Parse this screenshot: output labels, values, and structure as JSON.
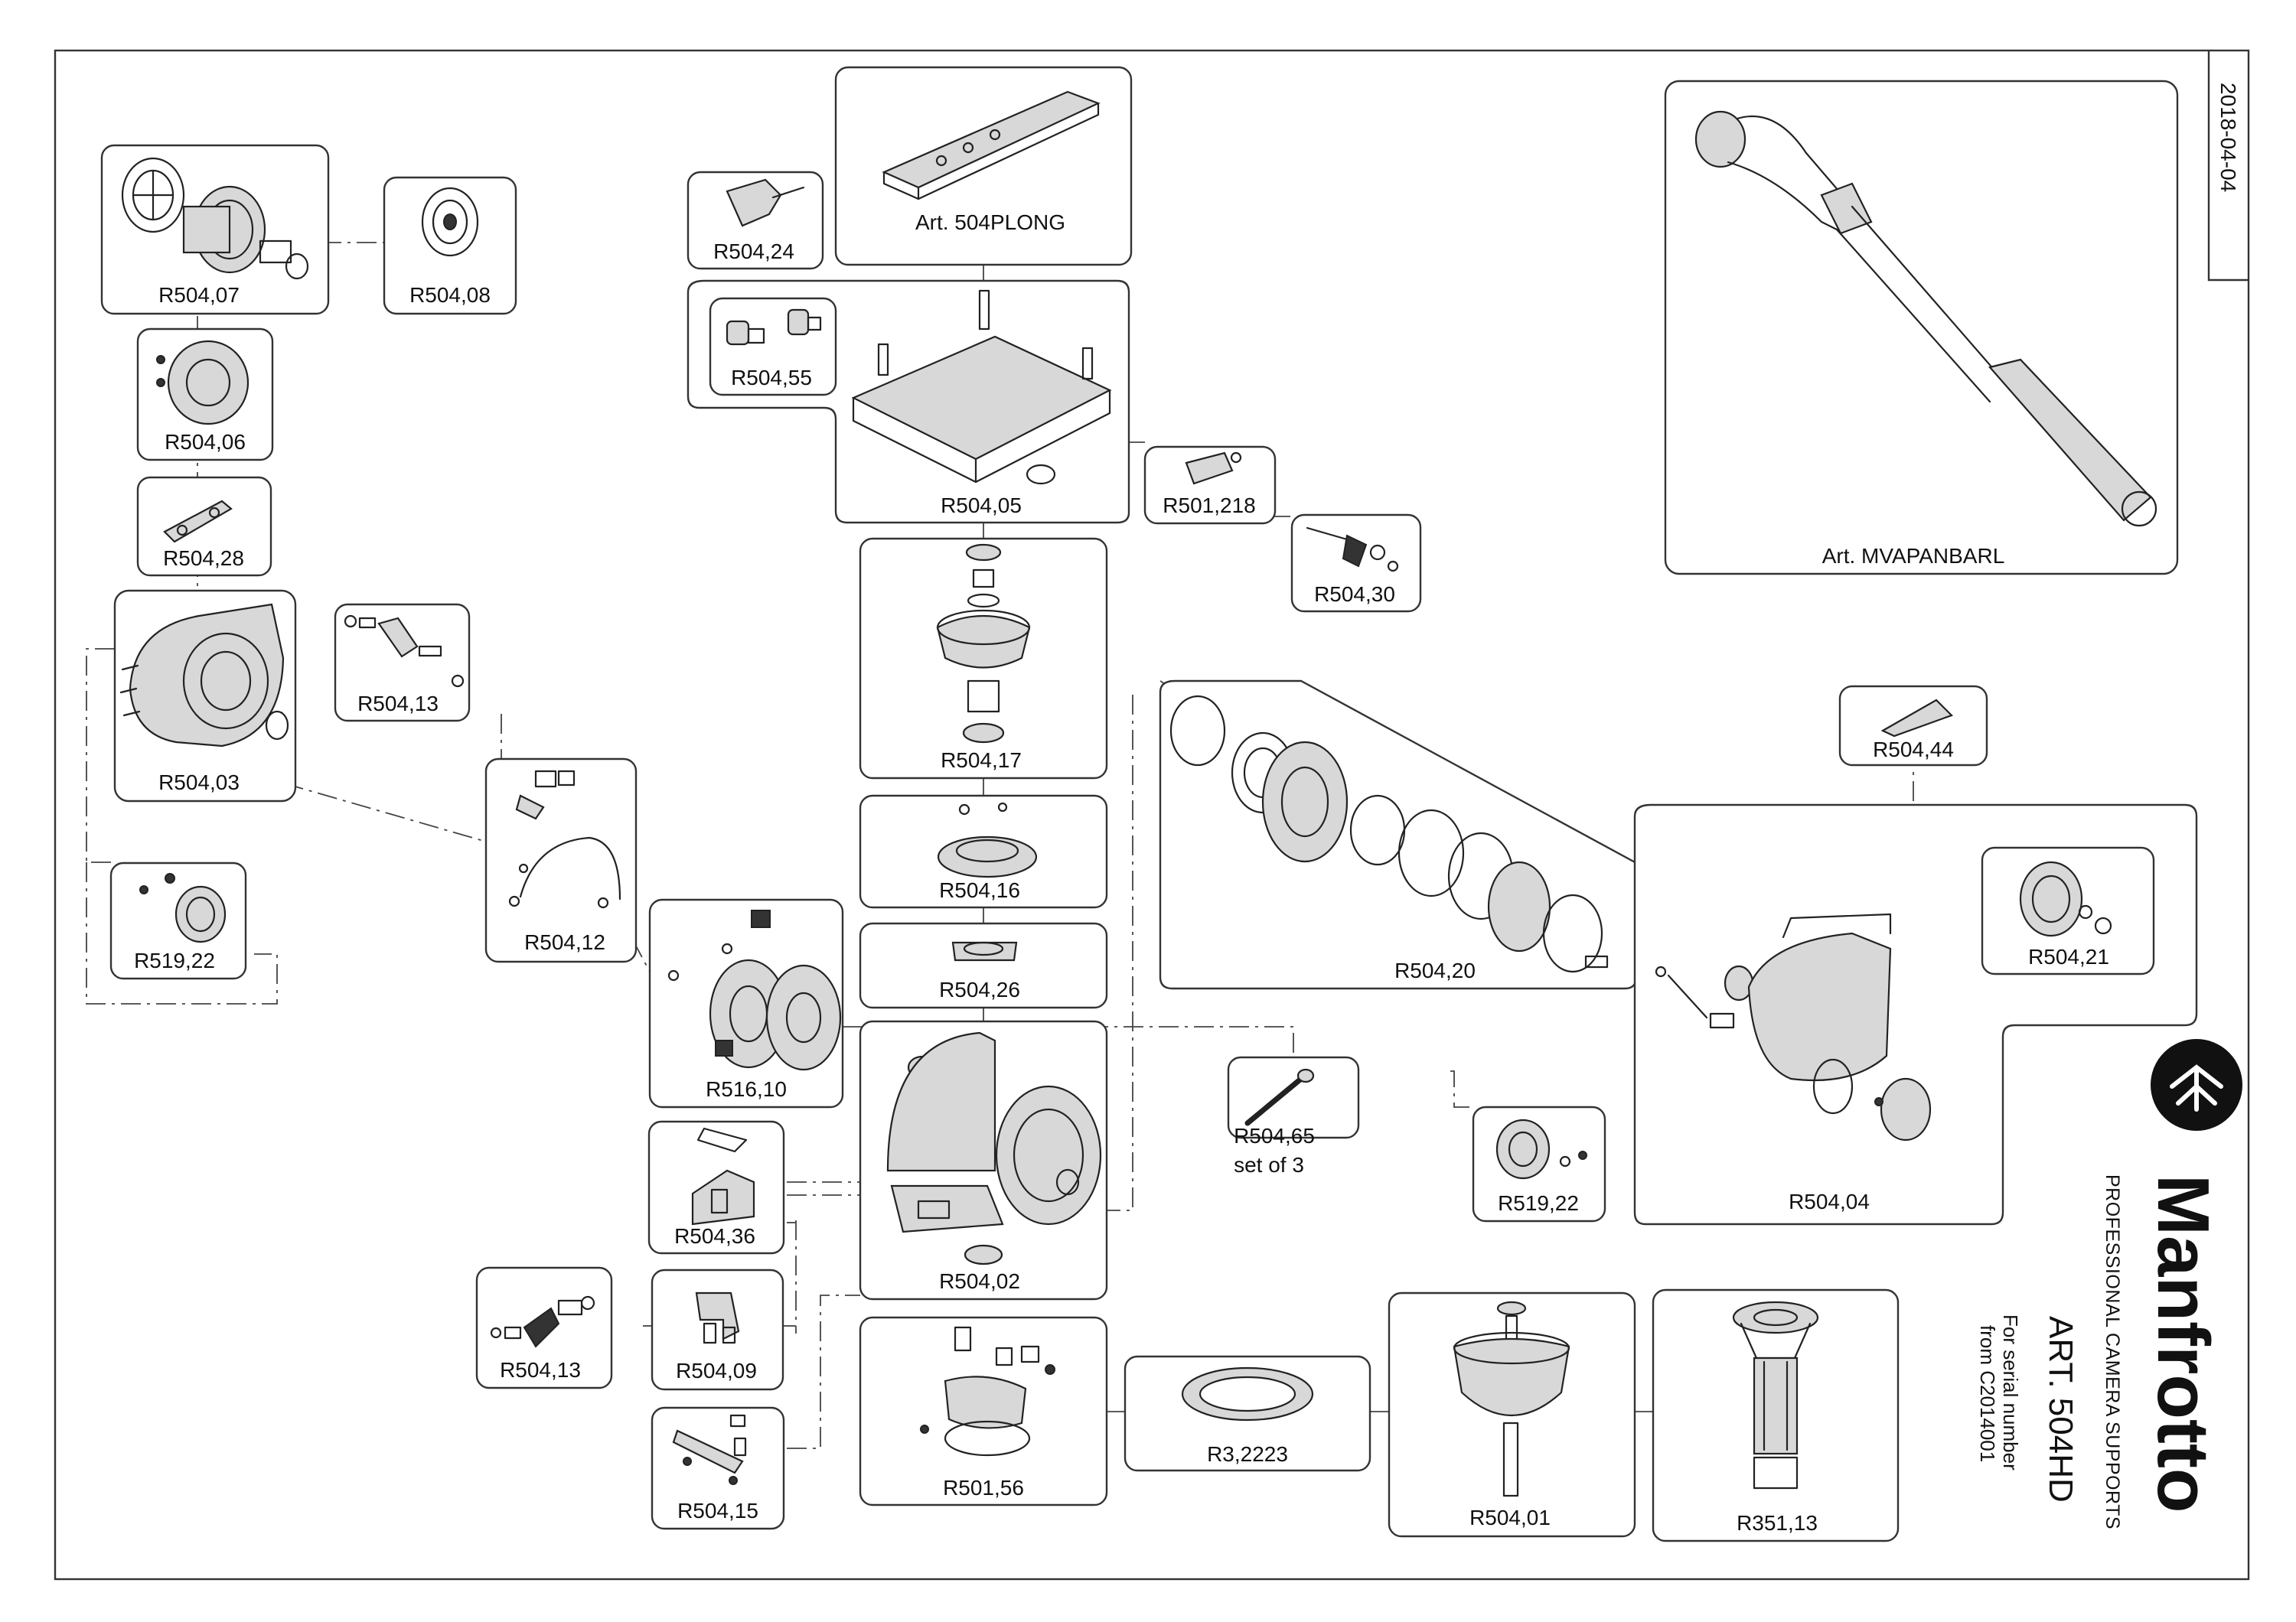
{
  "sheet_date": "2018-04-04",
  "brand": {
    "name": "Manfrotto",
    "tagline": "PROFESSIONAL CAMERA SUPPORTS",
    "article": "ART. 504HD",
    "serial_line1": "For serial number",
    "serial_line2": "from C2014001"
  },
  "parts": {
    "r504_07": "R504,07",
    "r504_08": "R504,08",
    "r504_06": "R504,06",
    "r504_28": "R504,28",
    "r504_03": "R504,03",
    "r504_13a": "R504,13",
    "r519_22a": "R519,22",
    "r504_12": "R504,12",
    "r516_10": "R516,10",
    "r504_36": "R504,36",
    "r504_13b": "R504,13",
    "r504_09": "R504,09",
    "r504_15": "R504,15",
    "r504_24": "R504,24",
    "art_504plong": "Art. 504PLONG",
    "r504_55": "R504,55",
    "r504_05": "R504,05",
    "r501_218": "R501,218",
    "r504_30": "R504,30",
    "r504_17": "R504,17",
    "r504_16": "R504,16",
    "r504_26": "R504,26",
    "r504_02": "R504,02",
    "r501_56": "R501,56",
    "r504_65": "R504,65",
    "r504_65_note": "set of 3",
    "r3_2223": "R3,2223",
    "r504_01": "R504,01",
    "r351_13": "R351,13",
    "art_mvapanbarl": "Art. MVAPANBARL",
    "r504_20": "R504,20",
    "r504_44": "R504,44",
    "r504_21": "R504,21",
    "r504_04": "R504,04",
    "r519_22b": "R519,22"
  }
}
